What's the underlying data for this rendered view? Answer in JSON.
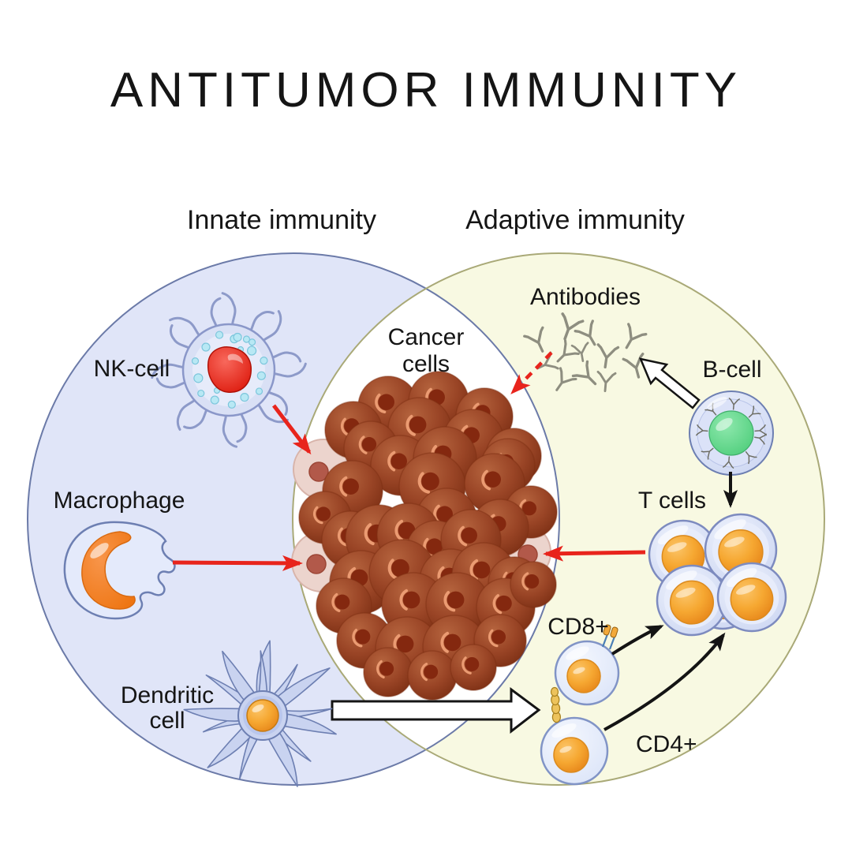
{
  "title": "ANTITUMOR IMMUNITY",
  "sections": {
    "innate": {
      "label": "Innate immunity"
    },
    "adaptive": {
      "label": "Adaptive immunity"
    }
  },
  "cells": {
    "nk": {
      "label": "NK-cell"
    },
    "macrophage": {
      "label": "Macrophage"
    },
    "dendritic": {
      "label_line1": "Dendritic",
      "label_line2": "cell"
    },
    "cancer": {
      "label_line1": "Cancer",
      "label_line2": "cells"
    },
    "antibodies": {
      "label": "Antibodies"
    },
    "b_cell": {
      "label": "B-cell"
    },
    "t_cells": {
      "label": "T cells"
    },
    "cd8": {
      "label": "CD8+"
    },
    "cd4": {
      "label": "CD4+"
    }
  },
  "colors": {
    "c-text": "#151515",
    "c-red": "#e8241c",
    "c-black": "#141414",
    "c-innate-fill": "#e0e5f8",
    "c-innate-stroke": "#6b7aa8",
    "c-adaptive-fill": "#f8f9e2",
    "c-adaptive-stroke": "#a9a977",
    "c-lens": "#ffffff",
    "c-tumor-mid": "#9a4526",
    "c-tumor-dark": "#7c2f14",
    "c-tumor-light": "#b5643e",
    "c-tumor-nucleus": "#84280f",
    "c-tumor-crescent": "#eb9b72",
    "c-pink": "#ecd4cd",
    "c-pink-stroke": "#d8b4aa",
    "c-pink-nucleus": "#b2594a",
    "c-membrane": "#d6ddf5",
    "c-membrane-stroke": "#7d8bbf",
    "c-membrane-light": "#e7ecfb",
    "c-orange": "#f6a832",
    "c-orange-dark": "#e8891c",
    "c-green": "#5fd88c",
    "c-nk-red": "#e0261a",
    "c-granule": "#b8e8f4",
    "c-granule-stroke": "#7cc6dc",
    "c-antibody": "#8e8e80",
    "c-dendritic": "#c9d3f0"
  }
}
